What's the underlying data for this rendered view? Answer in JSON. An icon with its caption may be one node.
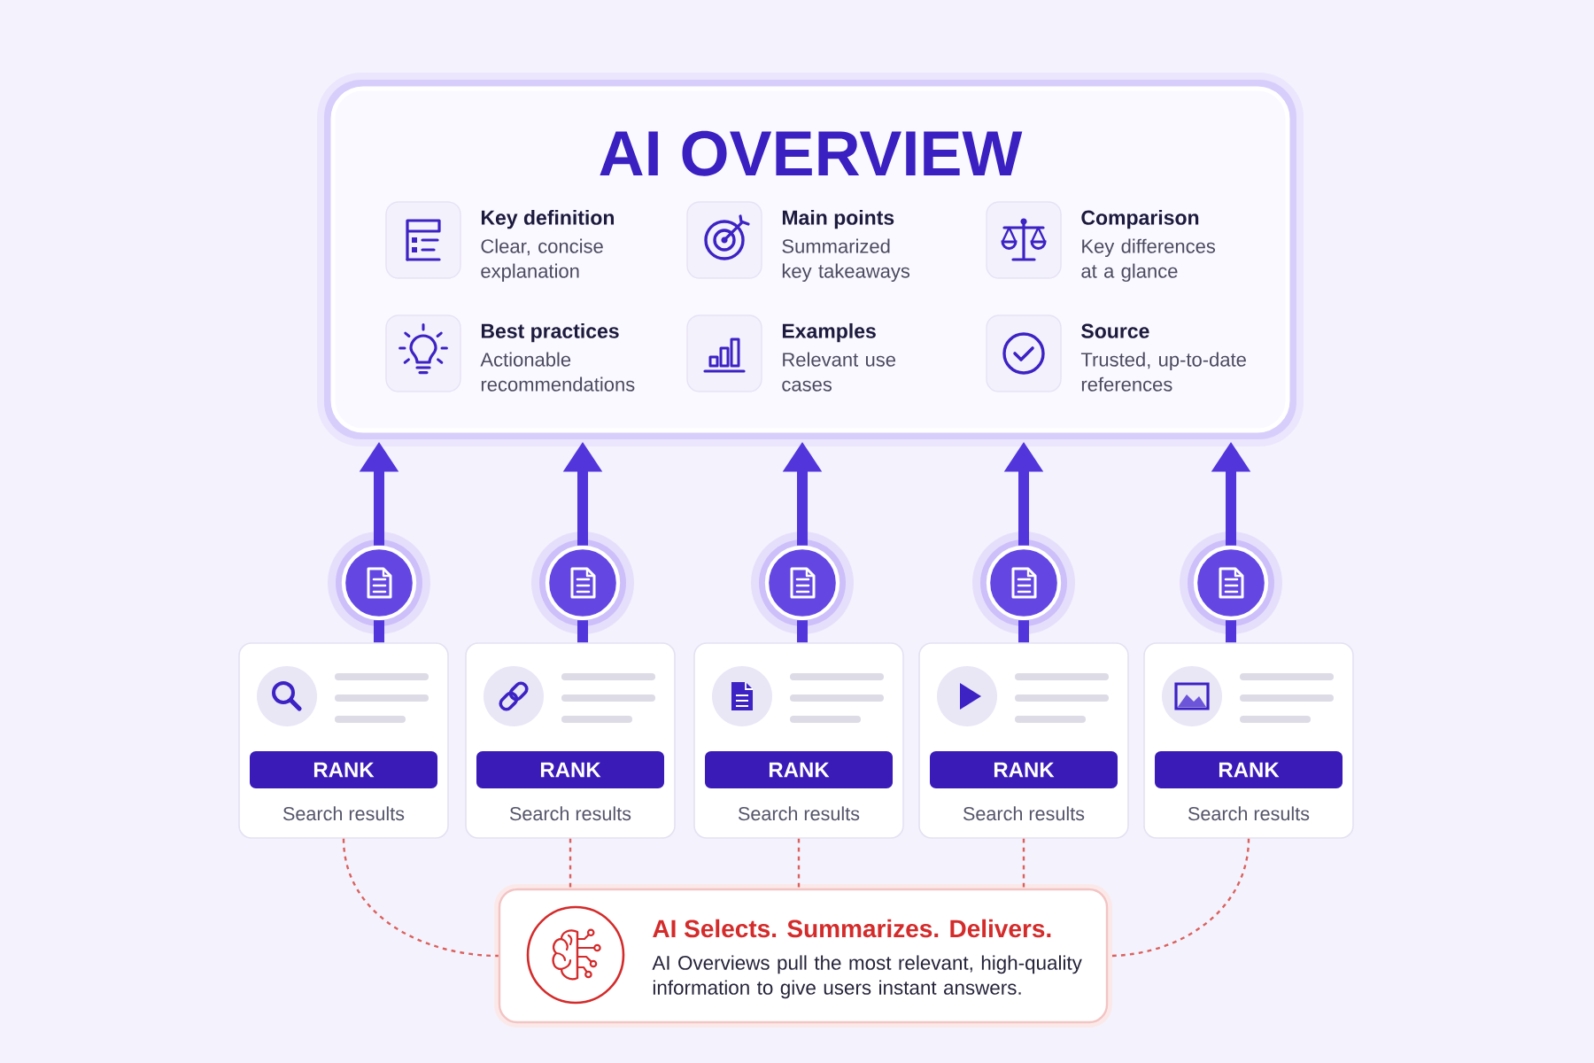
{
  "diagram": {
    "nodes": [
      {
        "text": [
          "AI OVERVIEW"
        ]
      },
      {
        "text": [
          "Key definition",
          "Clear, concise explanation"
        ],
        "in": 0
      },
      {
        "text": [
          "Main points",
          "Summarized key takeaways"
        ],
        "in": 0
      },
      {
        "text": [
          "Comparison",
          "Key differences at a glance"
        ],
        "in": 0
      },
      {
        "text": [
          "Best practices",
          "Actionable recommendations"
        ],
        "in": 0
      },
      {
        "text": [
          "Examples",
          "Relevant use cases"
        ],
        "in": 0
      },
      {
        "text": [
          "Source",
          "Trusted, up-to-date references"
        ],
        "in": 0
      },
      {
        "text": [],
        "shape": "circle"
      },
      {
        "text": [],
        "shape": "circle"
      },
      {
        "text": [],
        "shape": "circle"
      },
      {
        "text": [],
        "shape": "circle"
      },
      {
        "text": [],
        "shape": "circle"
      },
      {
        "text": [
          "RANK",
          "Search results"
        ]
      },
      {
        "text": [
          "RANK",
          "Search results"
        ]
      },
      {
        "text": [
          "RANK",
          "Search results"
        ]
      },
      {
        "text": [
          "RANK",
          "Search results"
        ]
      },
      {
        "text": [
          "RANK",
          "Search results"
        ]
      },
      {
        "text": [
          "AI Selects. Summarizes. Delivers.",
          "AI Overviews pull the most relevant, high-quality information to give users instant answers."
        ]
      }
    ],
    "edges": [
      {
        "from": 7,
        "to": 0,
        "arrow": "to"
      },
      {
        "from": 8,
        "to": 0,
        "arrow": "to"
      },
      {
        "from": 9,
        "to": 0,
        "arrow": "to"
      },
      {
        "from": 10,
        "to": 0,
        "arrow": "to"
      },
      {
        "from": 11,
        "to": 0,
        "arrow": "to"
      },
      {
        "from": 12,
        "to": 7,
        "arrow": "none"
      },
      {
        "from": 13,
        "to": 8,
        "arrow": "none"
      },
      {
        "from": 14,
        "to": 9,
        "arrow": "none"
      },
      {
        "from": 15,
        "to": 10,
        "arrow": "none"
      },
      {
        "from": 16,
        "to": 11,
        "arrow": "none"
      },
      {
        "from": 12,
        "to": 17,
        "arrow": "none",
        "style": "dashed",
        "color": "#d9625f"
      },
      {
        "from": 13,
        "to": 17,
        "arrow": "none",
        "style": "dashed",
        "color": "#d9625f"
      },
      {
        "from": 14,
        "to": 17,
        "arrow": "none",
        "style": "dashed",
        "color": "#d9625f"
      },
      {
        "from": 15,
        "to": 17,
        "arrow": "none",
        "style": "dashed",
        "color": "#d9625f"
      },
      {
        "from": 16,
        "to": 17,
        "arrow": "none",
        "style": "dashed",
        "color": "#d9625f"
      }
    ]
  }
}
